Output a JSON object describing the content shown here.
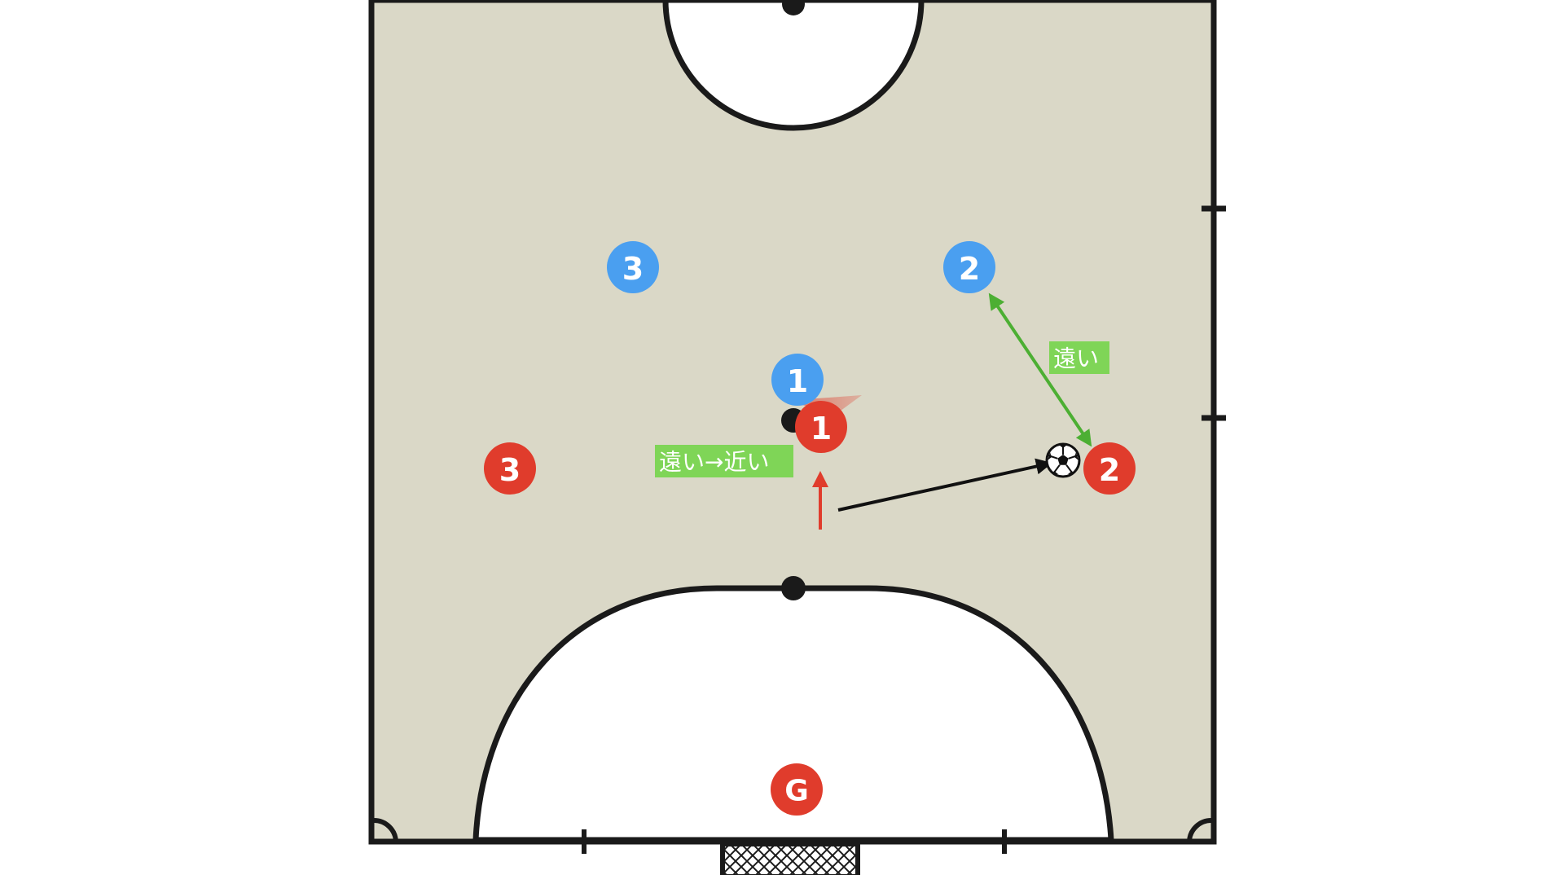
{
  "colors": {
    "court_fill": "#dad8c7",
    "area_fill": "#ffffff",
    "line": "#1a1a1a",
    "team_blue": "#4a9ff0",
    "team_red": "#e03c2c",
    "label_bg": "#7fd557",
    "pressure_arrow": "#e03c2c",
    "distance_arrow": "#4caf33",
    "pass_arrow": "#111111"
  },
  "players": {
    "blue": [
      {
        "number": "1"
      },
      {
        "number": "2"
      },
      {
        "number": "3"
      }
    ],
    "red": [
      {
        "number": "1"
      },
      {
        "number": "2"
      },
      {
        "number": "3"
      },
      {
        "number": "G"
      }
    ]
  },
  "labels": {
    "far": "遠い",
    "far_to_near": "遠い→近い"
  },
  "icons": {
    "ball": "soccer-ball-icon",
    "goal": "goal-net-icon"
  }
}
